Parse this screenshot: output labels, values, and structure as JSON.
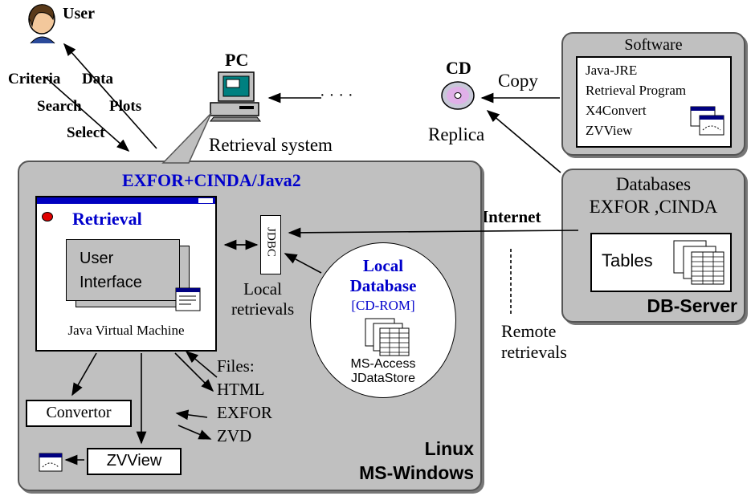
{
  "labels": {
    "user": "User",
    "criteria": "Criteria",
    "data": "Data",
    "search": "Search",
    "plots": "Plots",
    "select": "Select",
    "pc": "PC",
    "retrieval_system": "Retrieval system",
    "cd": "CD",
    "copy": "Copy",
    "replica": "Replica",
    "dots": "· · · ·",
    "internet": "Internet",
    "remote": "Remote",
    "retrievals": "retrievals"
  },
  "software": {
    "title": "Software",
    "items": [
      "Java-JRE",
      "Retrieval Program",
      "X4Convert",
      "ZVView"
    ]
  },
  "db_server": {
    "title": "Databases",
    "subtitle": "EXFOR ,CINDA",
    "tables": "Tables",
    "name": "DB-Server"
  },
  "main": {
    "title": "EXFOR+CINDA/Java2",
    "retrieval": "Retrieval",
    "ui_line1": "User",
    "ui_line2": "Interface",
    "jvm": "Java Virtual Machine",
    "jdbc": "JDBC",
    "local_line1": "Local",
    "local_line2": "retrievals",
    "localdb_line1": "Local",
    "localdb_line2": "Database",
    "cdrom": "[CD-ROM]",
    "msaccess": "MS-Access",
    "jdatastore": "JDataStore",
    "files": "Files:",
    "html": "HTML",
    "exfor": "EXFOR",
    "zvd": "ZVD",
    "convertor": "Convertor",
    "zvview": "ZVView",
    "linux": "Linux",
    "mswindows": "MS-Windows"
  }
}
